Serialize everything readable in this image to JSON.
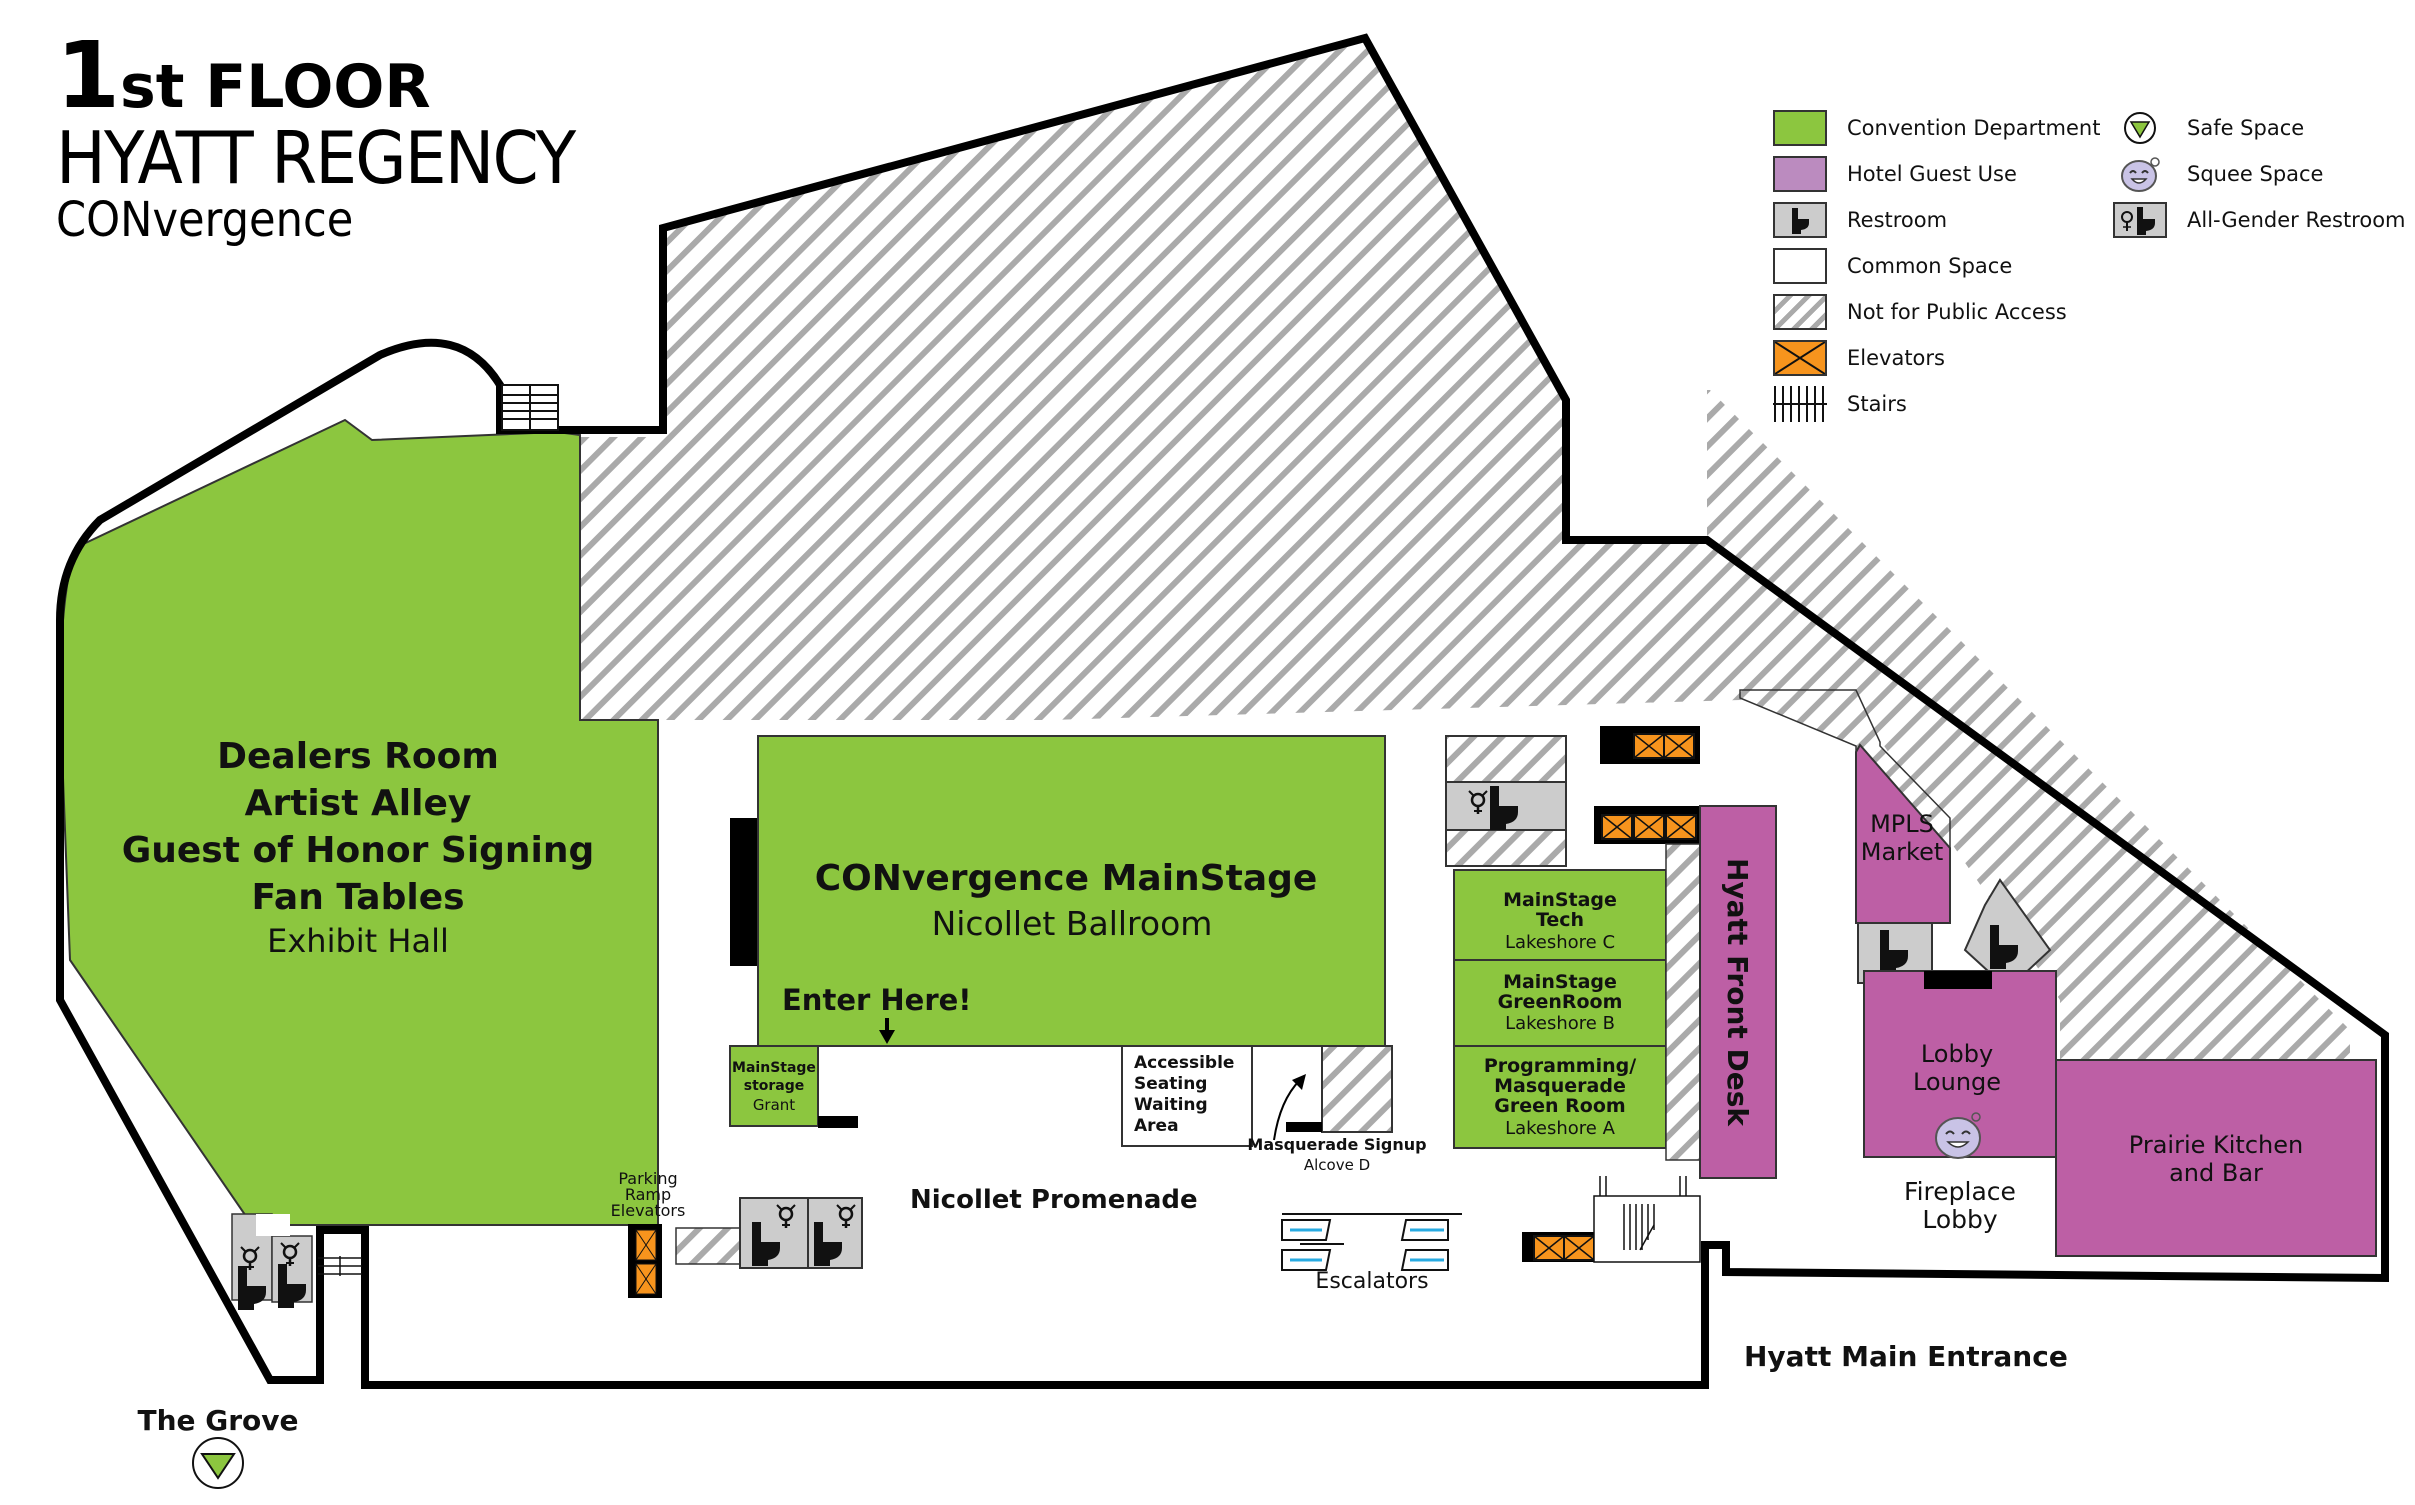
{
  "header": {
    "floor_number": "1",
    "floor_suffix": "st FLOOR",
    "venue": "HYATT REGENCY",
    "event": "CONvergence"
  },
  "legend": {
    "items": [
      {
        "label": "Convention Department",
        "swatch": "convention",
        "color": "#8cc63f"
      },
      {
        "label": "Hotel Guest Use",
        "swatch": "hotel",
        "color": "#bb8bbf"
      },
      {
        "label": "Restroom",
        "swatch": "restroom-icon",
        "color": "#cccccc"
      },
      {
        "label": "Common Space",
        "swatch": "common",
        "color": "#ffffff"
      },
      {
        "label": "Not for Public Access",
        "swatch": "hatch",
        "color": "#aaaaaa"
      },
      {
        "label": "Elevators",
        "swatch": "elevator-icon",
        "color": "#f7941d"
      },
      {
        "label": "Stairs",
        "swatch": "stairs-icon",
        "color": "#000000"
      },
      {
        "label": "Safe Space",
        "swatch": "safe-space-icon",
        "color": "#8cc63f"
      },
      {
        "label": "Squee Space",
        "swatch": "squee-space-icon",
        "color": "#c9c3e6"
      },
      {
        "label": "All-Gender Restroom",
        "swatch": "all-gender-restroom-icon",
        "color": "#cccccc"
      }
    ]
  },
  "colors": {
    "convention": "#8cc63f",
    "hotel": "#bd5fa5",
    "restroom": "#cccccc",
    "elevator": "#f7941d",
    "hatch": "#aaaaaa",
    "escalator_arrow": "#29abe2"
  },
  "rooms": {
    "exhibit_hall": {
      "lines": [
        "Dealers Room",
        "Artist Alley",
        "Guest of Honor Signing",
        "Fan Tables"
      ],
      "sub": "Exhibit Hall"
    },
    "mainstage": {
      "title": "CONvergence MainStage",
      "sub": "Nicollet Ballroom",
      "enter": "Enter Here!"
    },
    "storage": {
      "lines": [
        "MainStage",
        "storage"
      ],
      "sub": "Grant"
    },
    "accessible": {
      "lines": [
        "Accessible",
        "Seating",
        "Waiting",
        "Area"
      ]
    },
    "masquerade_signup": {
      "title": "Masquerade Signup",
      "sub": "Alcove D"
    },
    "lakeshore_c": {
      "lines": [
        "MainStage",
        "Tech"
      ],
      "sub": "Lakeshore C"
    },
    "lakeshore_b": {
      "lines": [
        "MainStage",
        "GreenRoom"
      ],
      "sub": "Lakeshore B"
    },
    "lakeshore_a": {
      "lines": [
        "Programming/",
        "Masquerade",
        "Green Room"
      ],
      "sub": "Lakeshore A"
    },
    "front_desk": {
      "title": "Hyatt Front Desk"
    },
    "mpls_market": {
      "lines": [
        "MPLS",
        "Market"
      ]
    },
    "lobby_lounge": {
      "lines": [
        "Lobby",
        "Lounge"
      ]
    },
    "fireplace_lobby": {
      "lines": [
        "Fireplace",
        "Lobby"
      ]
    },
    "prairie_kitchen": {
      "lines": [
        "Prairie Kitchen",
        "and Bar"
      ]
    }
  },
  "labels": {
    "parking": [
      "Parking",
      "Ramp",
      "Elevators"
    ],
    "promenade": "Nicollet Promenade",
    "escalators": "Escalators",
    "main_entrance": "Hyatt Main Entrance",
    "grove": "The Grove"
  }
}
